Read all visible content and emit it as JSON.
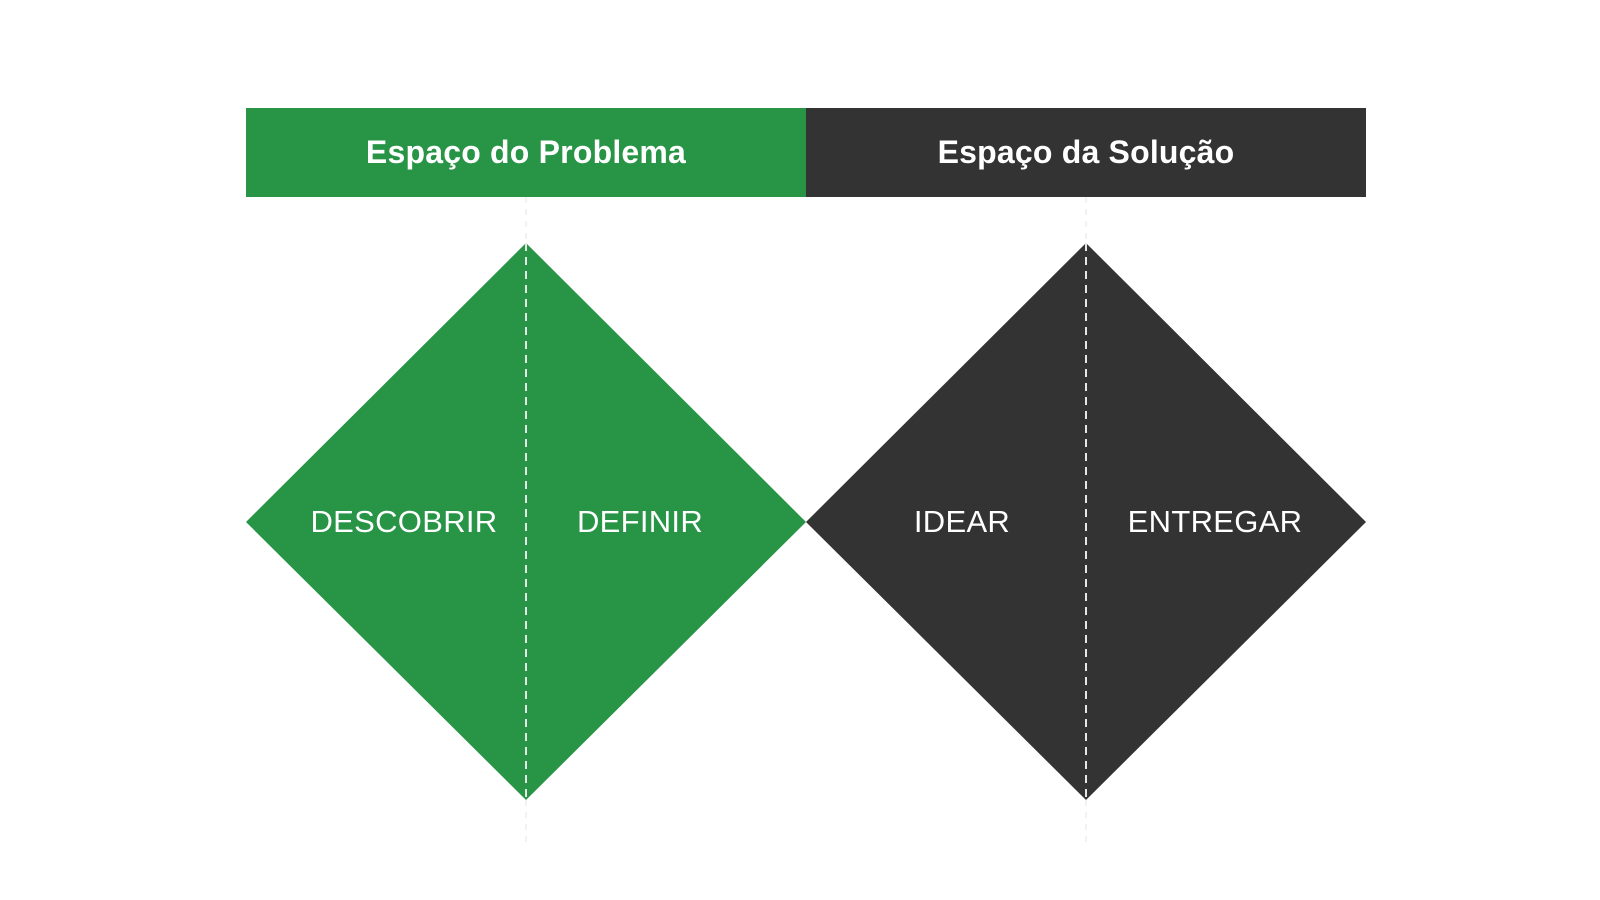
{
  "colors": {
    "problem": "#279446",
    "solution": "#333333",
    "divider": "#e6e6e6",
    "text": "#ffffff"
  },
  "headers": {
    "problem": "Espaço do Problema",
    "solution": "Espaço da Solução"
  },
  "stages": {
    "discover": "DESCOBRIR",
    "define": "DEFINIR",
    "ideate": "IDEAR",
    "deliver": "ENTREGAR"
  }
}
